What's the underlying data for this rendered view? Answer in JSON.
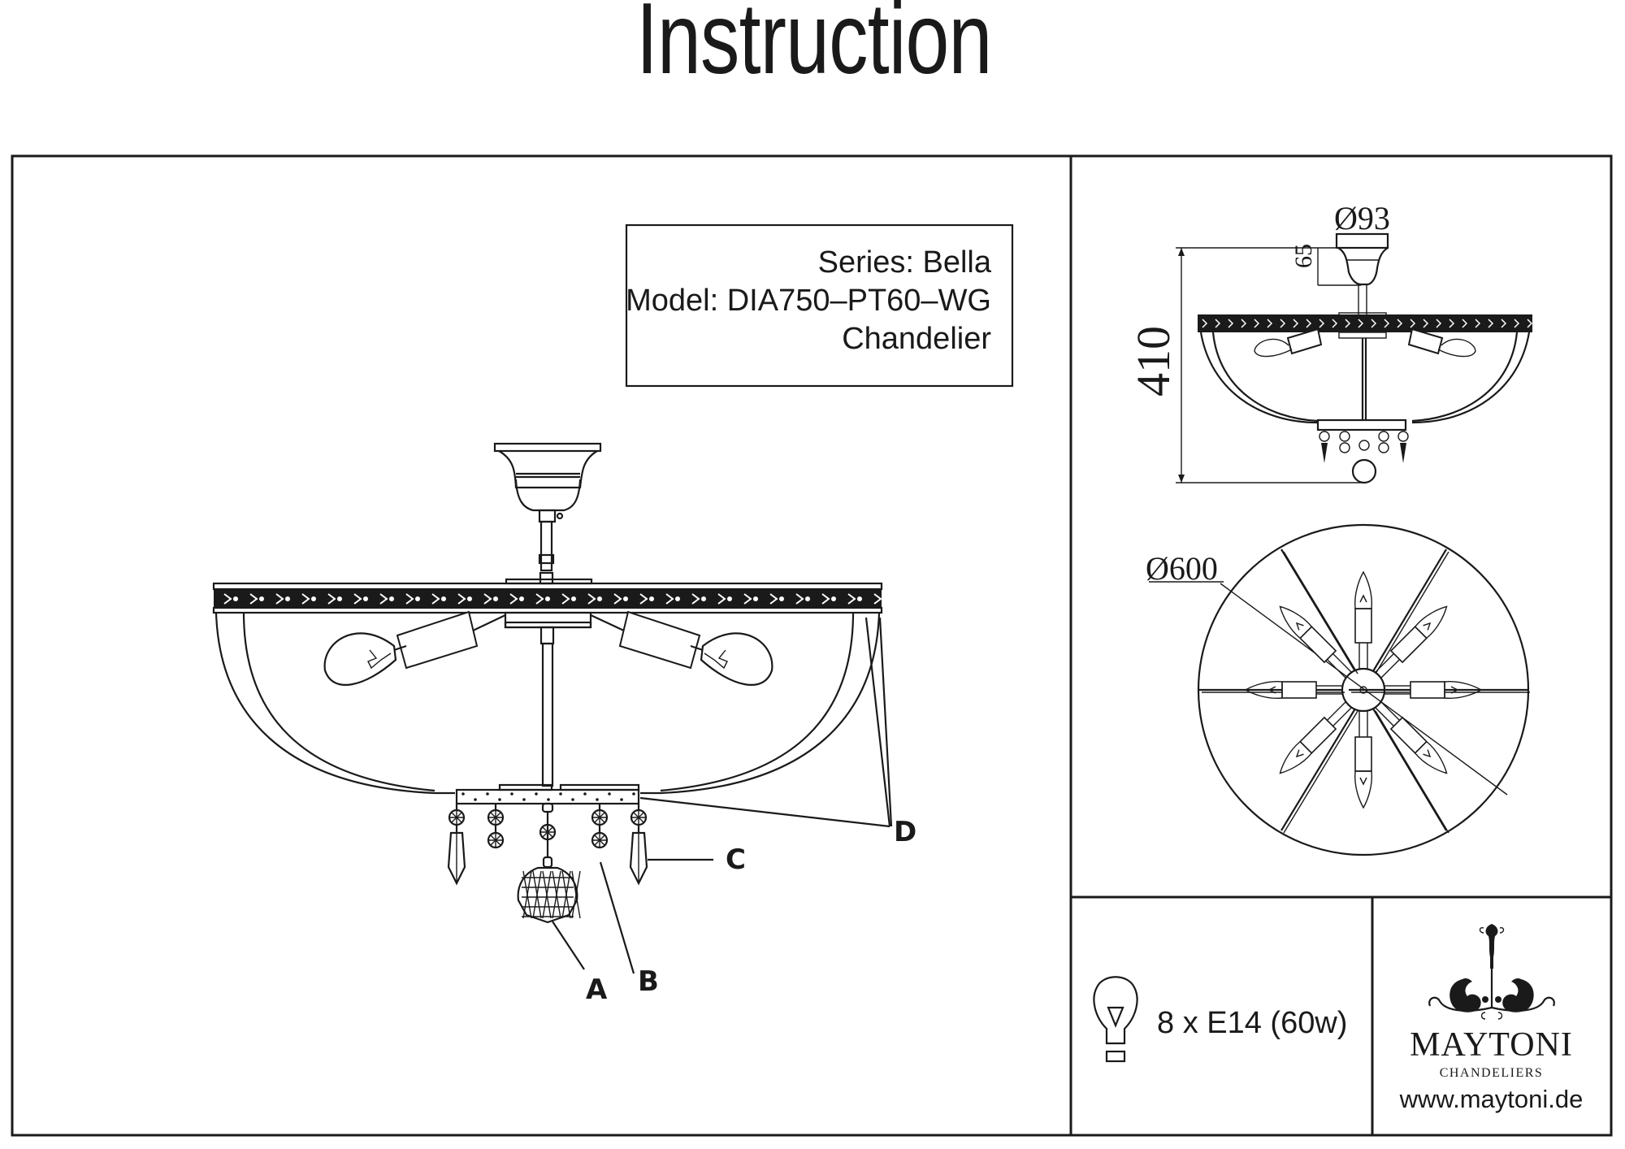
{
  "header": {
    "title": "Instruction"
  },
  "product_info": {
    "series": "Series: Bella",
    "model": "Model: DIA750–PT60–WG",
    "type": "Chandelier"
  },
  "part_labels": {
    "a": "A",
    "b": "B",
    "c": "C",
    "d": "D"
  },
  "dimensions": {
    "canopy_diameter": "Ø93",
    "canopy_height": "65",
    "total_height": "410",
    "shade_diameter": "Ø600"
  },
  "lamp_spec": {
    "icon": "light-bulb-icon",
    "text": "8 x E14 (60w)"
  },
  "brand": {
    "logo_icon": "maytoni-chandelier-ornament-icon",
    "name": "MAYTONI",
    "subtitle": "CHANDELIERS",
    "url": "www.maytoni.de"
  }
}
